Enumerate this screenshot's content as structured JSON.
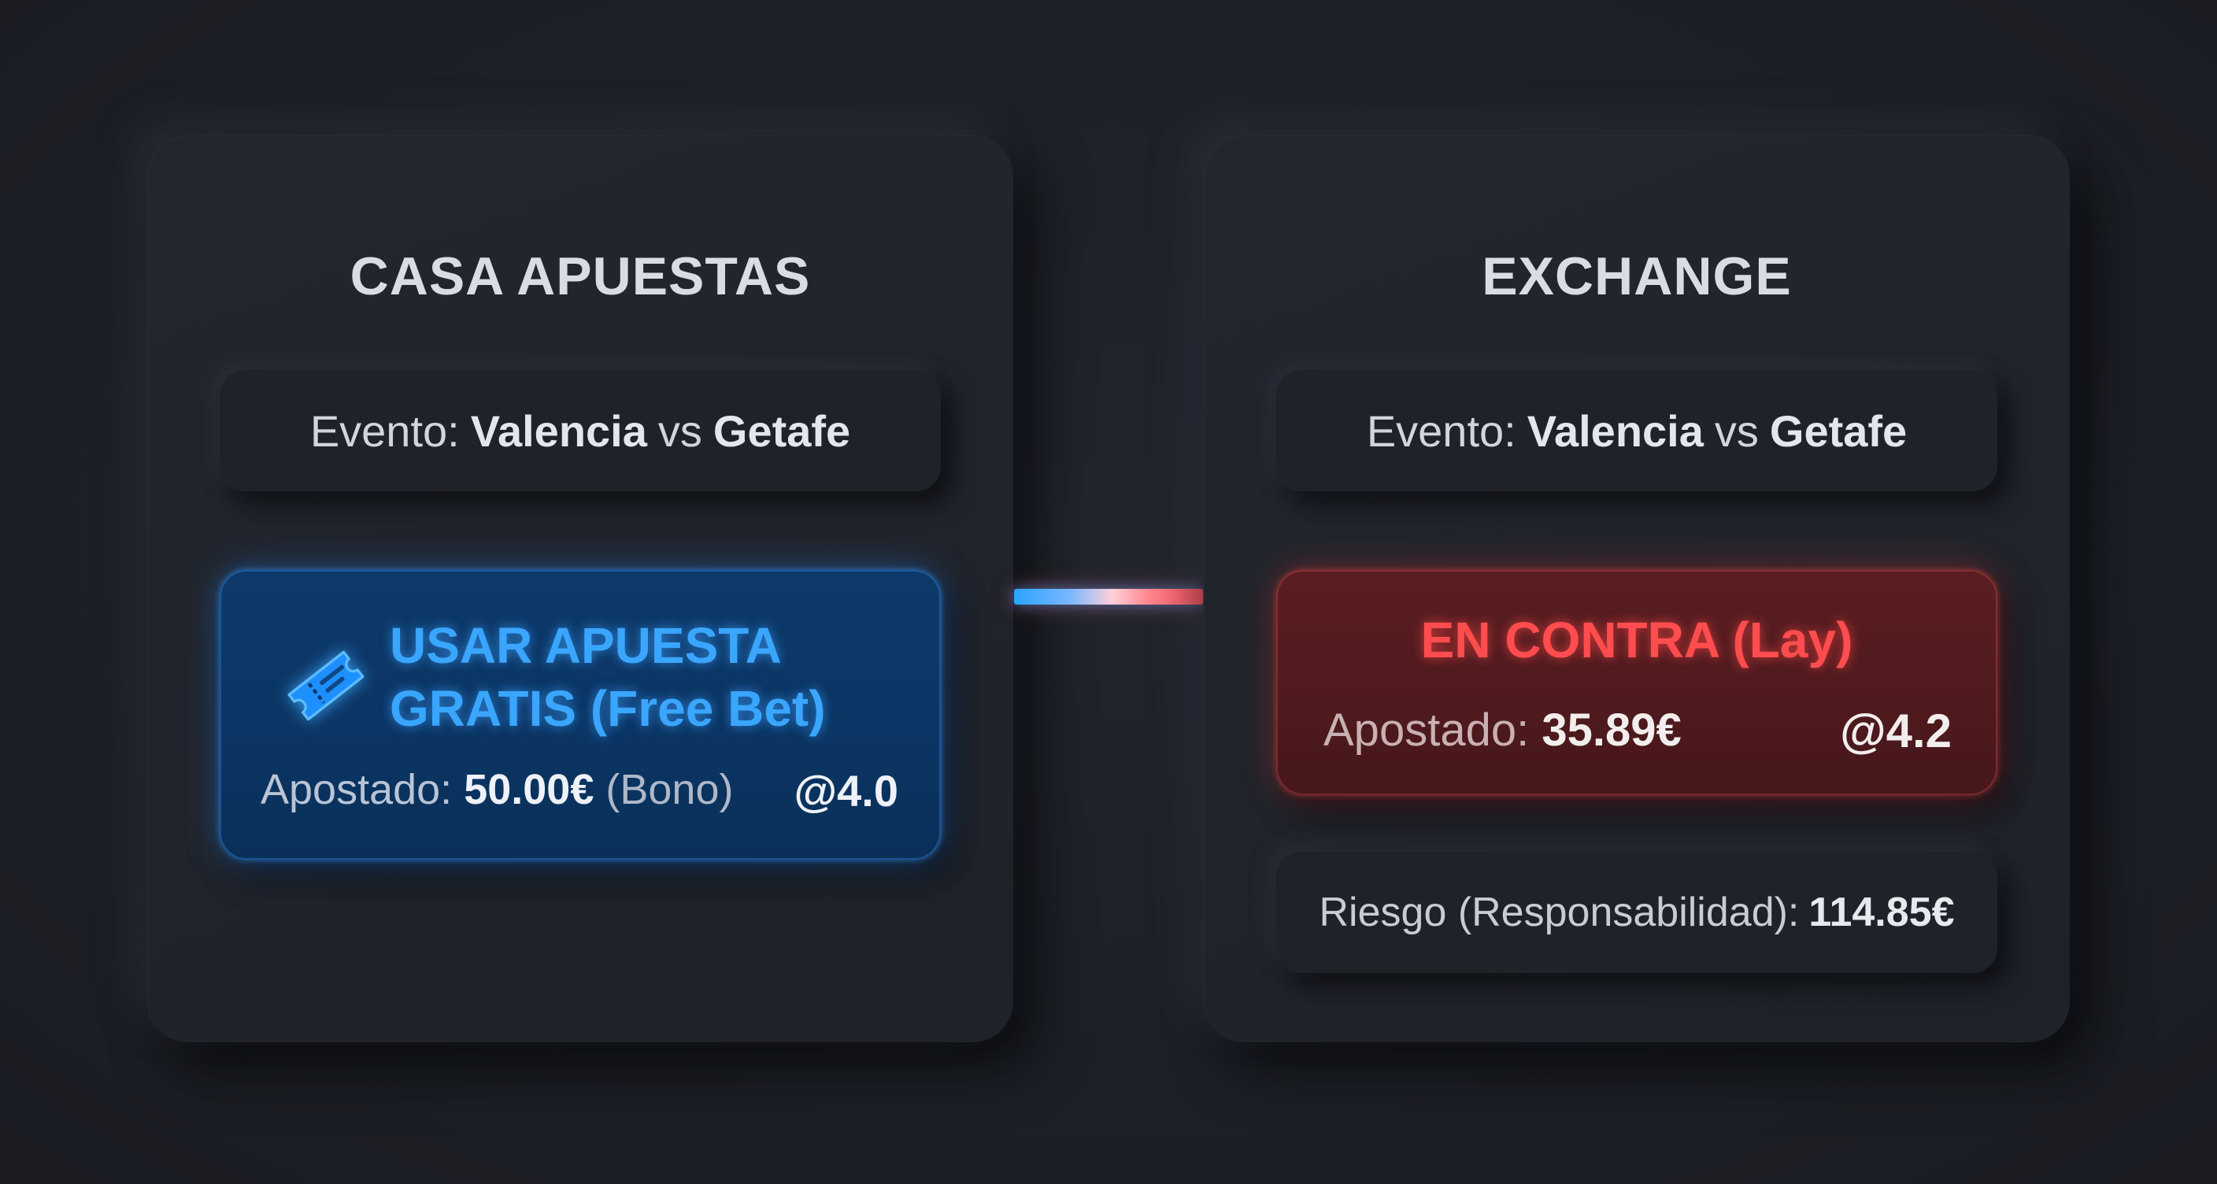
{
  "casa": {
    "title": "CASA APUESTAS",
    "event_prefix": "Evento:",
    "team_home": "Valencia",
    "vs": "vs",
    "team_away": "Getafe",
    "bet": {
      "icon": "ticket-icon",
      "title_line1": "USAR APUESTA",
      "title_line2": "GRATIS (Free Bet)",
      "stake_label": "Apostado:",
      "stake_value": "50.00€",
      "stake_note": "(Bono)",
      "odds": "@4.0"
    }
  },
  "exchange": {
    "title": "EXCHANGE",
    "event_prefix": "Evento:",
    "team_home": "Valencia",
    "vs": "vs",
    "team_away": "Getafe",
    "bet": {
      "title": "EN CONTRA (Lay)",
      "stake_label": "Apostado:",
      "stake_value": "35.89€",
      "odds": "@4.2"
    },
    "risk_label": "Riesgo (Responsabilidad):",
    "risk_value": "114.85€"
  },
  "colors": {
    "background": "#1d2027",
    "panel": "#23262e",
    "accent_blue": "#3aa6ff",
    "accent_red": "#ff4d4f"
  }
}
